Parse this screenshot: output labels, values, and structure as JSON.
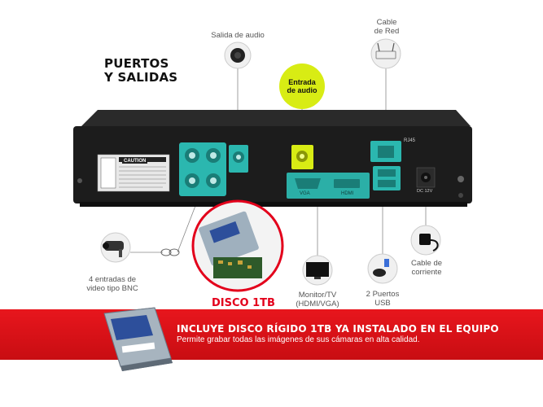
{
  "heading": {
    "line1": "PUERTOS",
    "line2": "Y SALIDAS"
  },
  "callouts": {
    "audio_out": "Salida de audio",
    "network_1": "Cable",
    "network_2": "de Red",
    "audio_in_1": "Entrada",
    "audio_in_2": "de audio",
    "bnc_1": "4 entradas de",
    "bnc_2": "video tipo BNC",
    "monitor_1": "Monitor/TV",
    "monitor_2": "(HDMI/VGA)",
    "usb_1": "2 Puertos",
    "usb_2": "USB",
    "power_1": "Cable de",
    "power_2": "corriente"
  },
  "panel_labels": {
    "caution": "CAUTION",
    "vga": "VGA",
    "hdmi": "HDMI",
    "rj45": "RJ45",
    "dc": "DC 12V"
  },
  "disk_label": "DISCO 1TB",
  "banner": {
    "title": "INCLUYE DISCO RÍGIDO 1TB YA INSTALADO EN EL EQUIPO",
    "subtitle": "Permite grabar todas las imágenes de sus cámaras en alta calidad."
  },
  "colors": {
    "accent_red": "#e3001b",
    "highlight_cyan": "#2ec9c0",
    "highlight_yellow": "#d8ec14",
    "device_body": "#1c1c1c"
  }
}
